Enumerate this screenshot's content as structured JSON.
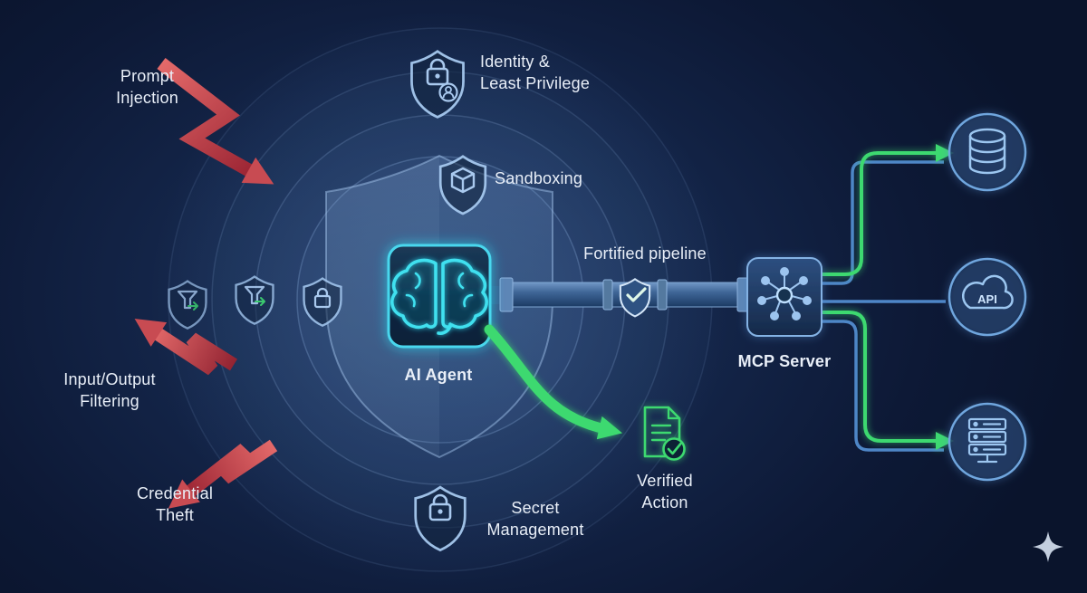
{
  "title": "AI agent security architecture diagram",
  "colors": {
    "background": "#0c1730",
    "accent_cyan": "#3fdeee",
    "accent_green": "#3ed970",
    "threat_red": "#c23a46",
    "icon_blue": "#a3c6ee",
    "text": "#e9eff8"
  },
  "threats": {
    "prompt_injection": {
      "lines": [
        "Prompt",
        "Injection"
      ]
    },
    "io_filtering": {
      "lines": [
        "Input/Output",
        "Filtering"
      ]
    },
    "credential_theft": {
      "lines": [
        "Credential",
        "Theft"
      ]
    }
  },
  "defenses": {
    "identity": {
      "lines": [
        "Identity &",
        "Least Privilege"
      ]
    },
    "sandboxing": {
      "label": "Sandboxing"
    },
    "secret_management": {
      "lines": [
        "Secret",
        "Management"
      ]
    }
  },
  "agent": {
    "label": "AI Agent"
  },
  "pipeline": {
    "label": "Fortified pipeline"
  },
  "mcp_server": {
    "label": "MCP Server"
  },
  "verified_action": {
    "lines": [
      "Verified",
      "Action"
    ]
  },
  "endpoints": {
    "api_label": "API"
  },
  "icons": {
    "identity": "shield-lock-user-icon",
    "sandboxing": "shield-cube-icon",
    "secret_management": "shield-lock-icon",
    "filter_layers": [
      "funnel-shield-icon",
      "funnel-shield-icon",
      "lock-shield-icon"
    ],
    "agent": "brain-icon",
    "pipeline_emblem": "shield-check-icon",
    "mcp": "hub-network-icon",
    "endpoint_icons": [
      "database-icon",
      "api-cloud-icon",
      "server-rack-icon"
    ],
    "verified": "document-check-icon",
    "decoration": "sparkle-icon"
  }
}
